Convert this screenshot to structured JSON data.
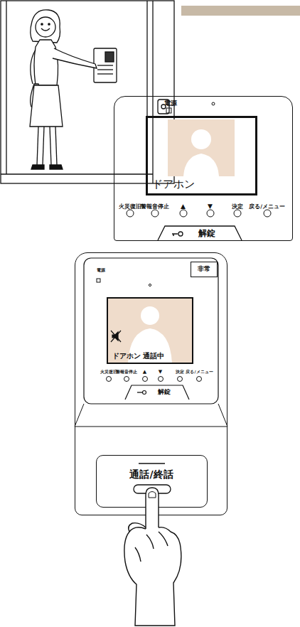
{
  "diagram": {
    "nodes": [
      {
        "text": [
          "電源"
        ]
      },
      {
        "text": [
          "ドアホン"
        ],
        "in": 0
      },
      {
        "text": [
          "解錠"
        ],
        "in": 0
      },
      {
        "text": [
          "電源"
        ]
      },
      {
        "text": [
          "非常"
        ],
        "in": 3
      },
      {
        "text": [
          "ドアホン 通話中"
        ],
        "in": 3
      },
      {
        "text": [
          "解錠"
        ],
        "in": 3
      },
      {
        "text": [
          "通話/終話"
        ],
        "in": 3
      }
    ],
    "labels": [
      "火災復旧",
      "警報音停止",
      "▲",
      "▼",
      "決定",
      "戻る/メニュー",
      "火災復旧",
      "警報音停止",
      "▲",
      "▼",
      "決定",
      "戻る/メニュー"
    ]
  }
}
